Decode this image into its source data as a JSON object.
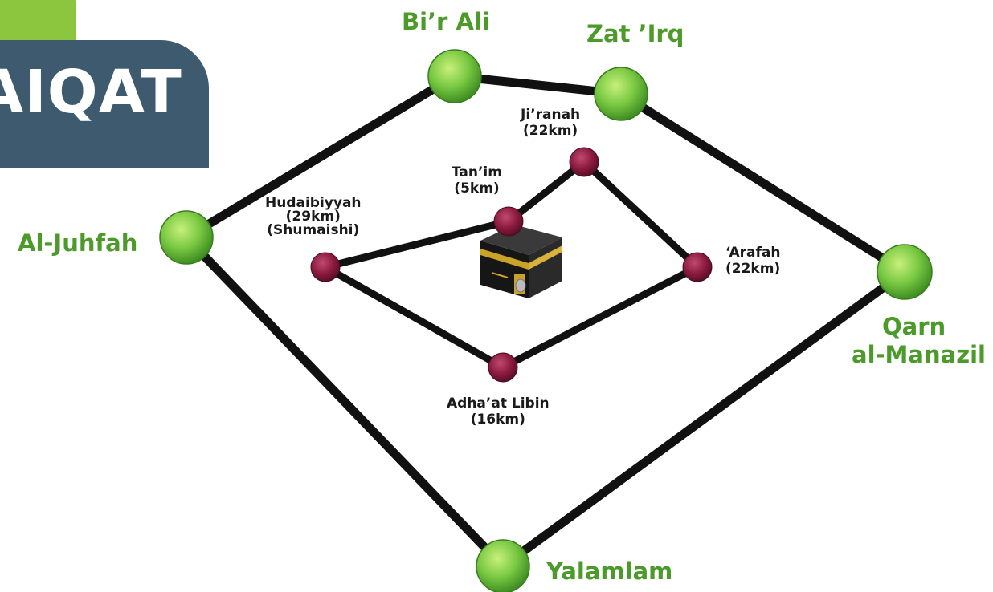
{
  "title": "AIQAT",
  "colors": {
    "title_bg": "#3d5a6e",
    "title_tab": "#8cc63f",
    "outer_node": "#7ac943",
    "inner_node": "#8b1a3f",
    "outer_label": "#4c9a2a",
    "line": "#111111"
  },
  "outer_miqat": [
    {
      "id": "bir-ali",
      "name": "Bi’r Ali"
    },
    {
      "id": "zat-irq",
      "name": "Zat ’Irq"
    },
    {
      "id": "al-juhfah",
      "name": "Al-Juhfah"
    },
    {
      "id": "qarn-al-manazil",
      "name": "Qarn",
      "name_line2": "al-Manazil"
    },
    {
      "id": "yalamlam",
      "name": "Yalamlam"
    }
  ],
  "inner_miqat": [
    {
      "id": "jiranah",
      "name": "Ji’ranah",
      "distance": "(22km)"
    },
    {
      "id": "tanim",
      "name": "Tan’im",
      "distance": "(5km)"
    },
    {
      "id": "hudaibiyyah",
      "name": "Hudaibiyyah",
      "distance": "(29km)",
      "alt": "(Shumaishi)"
    },
    {
      "id": "arafah",
      "name": "‘Arafah",
      "distance": "(22km)"
    },
    {
      "id": "adhaat-libin",
      "name": "Adha’at Libin",
      "distance": "(16km)"
    }
  ],
  "center_icon": "kaaba-icon"
}
